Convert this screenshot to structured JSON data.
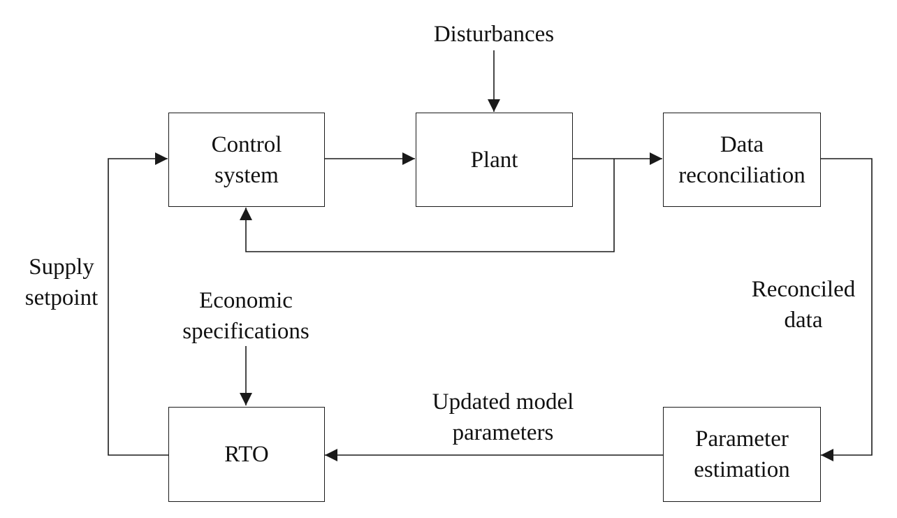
{
  "blocks": {
    "control_system": [
      "Control",
      "system"
    ],
    "plant": [
      "Plant"
    ],
    "data_reconciliation": [
      "Data",
      "reconciliation"
    ],
    "rto": [
      "RTO"
    ],
    "parameter_estimation": [
      "Parameter",
      "estimation"
    ]
  },
  "labels": {
    "disturbances": [
      "Disturbances"
    ],
    "supply_setpoint": [
      "Supply",
      "setpoint"
    ],
    "economic_specifications": [
      "Economic",
      "specifications"
    ],
    "reconciled_data": [
      "Reconciled",
      "data"
    ],
    "updated_model_parameters": [
      "Updated model",
      "parameters"
    ]
  },
  "colors": {
    "line": "#1a1a1a",
    "background": "#ffffff"
  }
}
